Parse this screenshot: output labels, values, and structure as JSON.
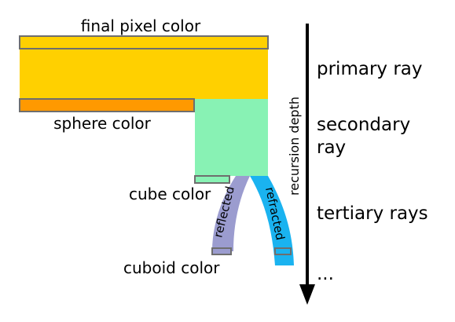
{
  "labels": {
    "final_pixel_color": "final pixel color",
    "sphere_color": "sphere color",
    "cube_color": "cube color",
    "cuboid_color": "cuboid color",
    "reflected": "reflected",
    "refracted": "refracted",
    "recursion_depth": "recursion depth",
    "primary_ray": "primary ray",
    "secondary_ray_line1": "secondary",
    "secondary_ray_line2": "ray",
    "tertiary_rays": "tertiary rays",
    "ellipsis": "..."
  },
  "colors": {
    "primary_block": "#ffd000",
    "final_pixel_swatch": "#ffd000",
    "sphere_swatch": "#ff9900",
    "secondary_block": "#88f2b4",
    "cube_swatch": "#88f2b4",
    "reflected_ray": "#9b9ccf",
    "refracted_ray": "#1ab3f0",
    "cuboid_swatch": "#9b9ccf",
    "refracted_swatch": "#1ab3f0",
    "swatch_border": "#6e6e6e",
    "axis": "#000000"
  }
}
